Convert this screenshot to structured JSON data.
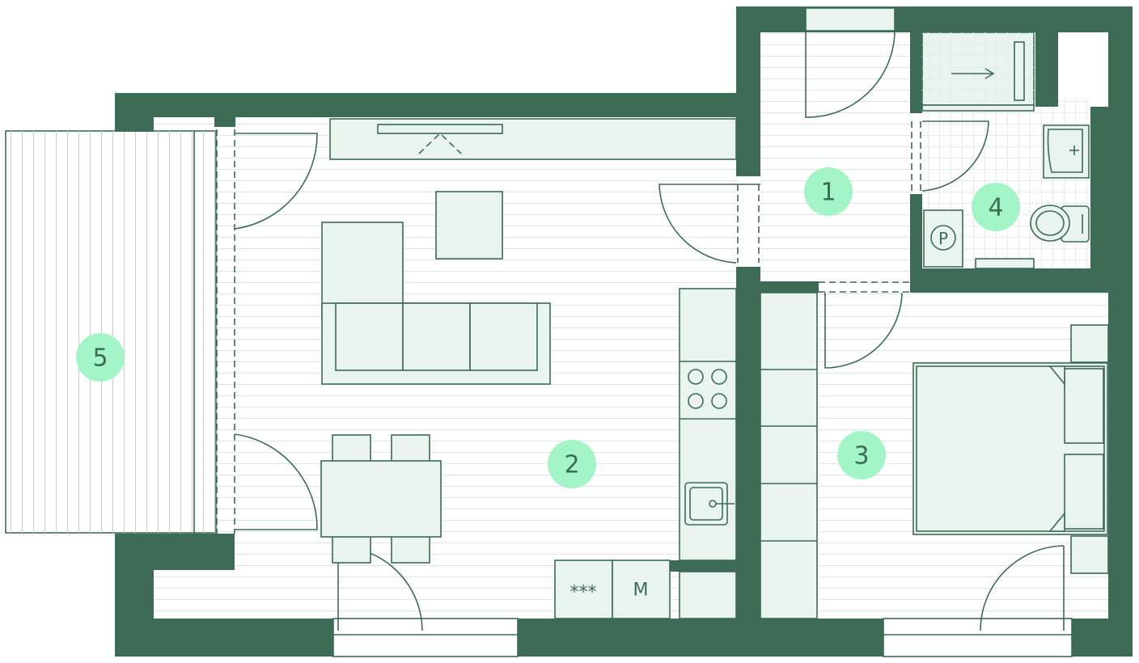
{
  "plan": {
    "rooms": [
      {
        "id": "hall",
        "number": "1"
      },
      {
        "id": "living",
        "number": "2"
      },
      {
        "id": "bedroom",
        "number": "3"
      },
      {
        "id": "bathroom",
        "number": "4"
      },
      {
        "id": "balcony",
        "number": "5"
      }
    ],
    "units": {
      "dishwasher_label": "***",
      "microwave_label": "M",
      "washer_label": "P"
    }
  },
  "colors": {
    "wall": "#3d6b55",
    "furniture": "#e9f4ee",
    "badge": "#a3f5c8"
  }
}
